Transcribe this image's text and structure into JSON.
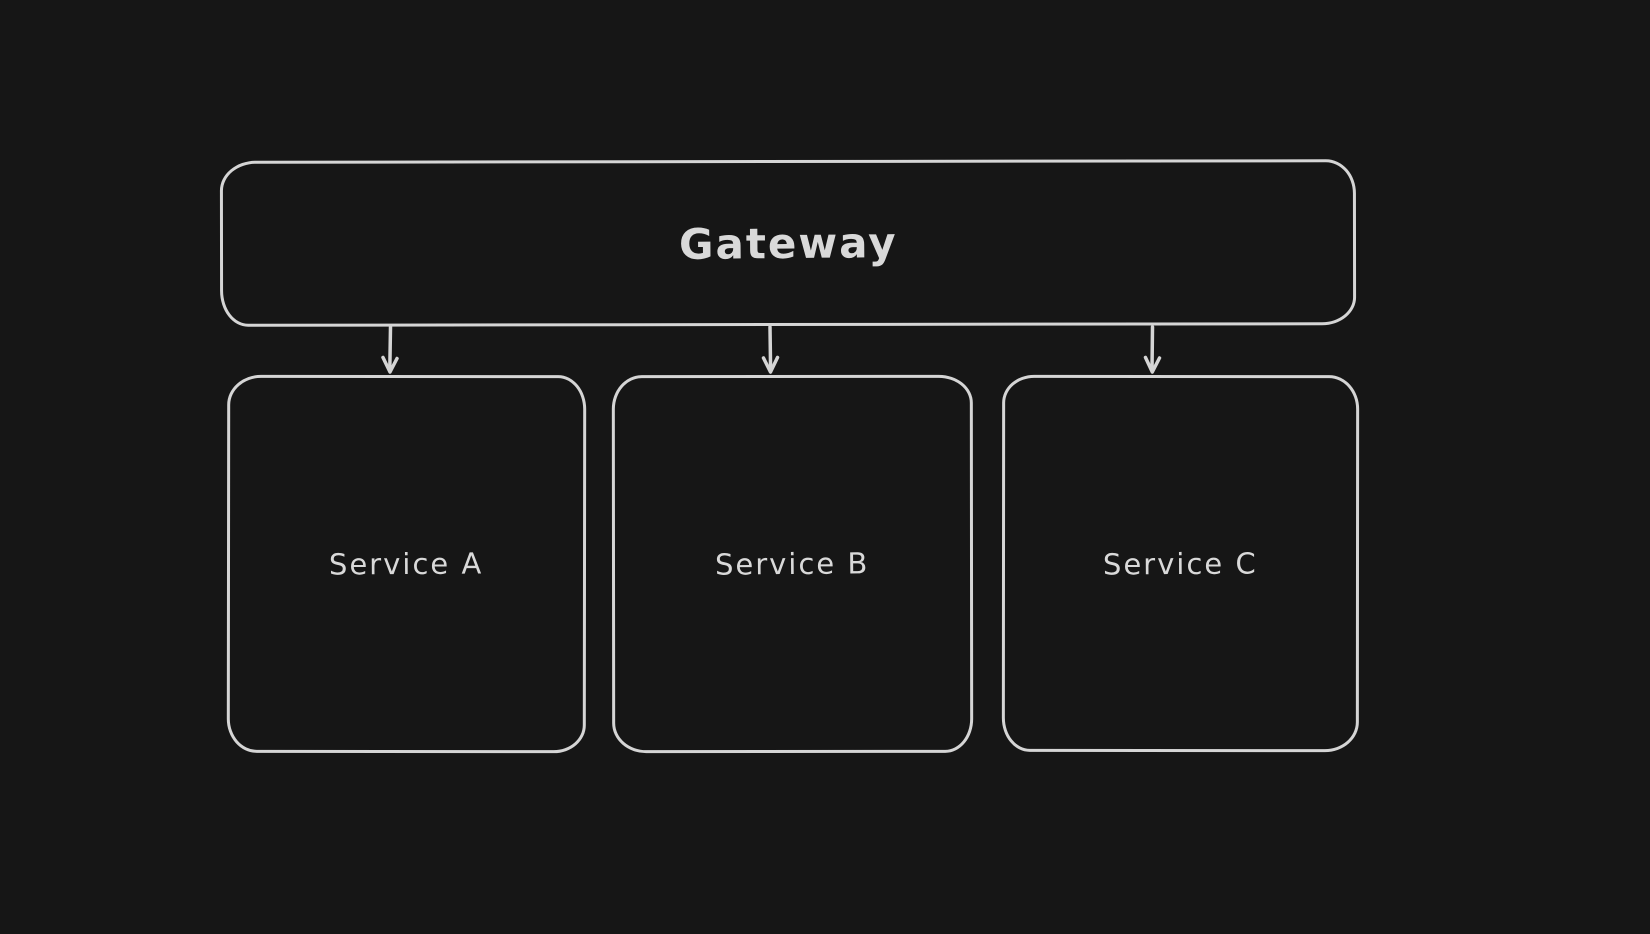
{
  "diagram": {
    "type": "flowchart",
    "style": "hand-drawn-whiteboard",
    "background_color": "#161616",
    "stroke_color": "#d5d5d5",
    "text_color": "#d9d9d9",
    "nodes": [
      {
        "id": "gateway",
        "label": "Gateway",
        "shape": "rounded-rectangle"
      },
      {
        "id": "service-a",
        "label": "Service A",
        "shape": "rounded-rectangle"
      },
      {
        "id": "service-b",
        "label": "Service B",
        "shape": "rounded-rectangle"
      },
      {
        "id": "service-c",
        "label": "Service C",
        "shape": "rounded-rectangle"
      }
    ],
    "edges": [
      {
        "from": "gateway",
        "to": "service-a",
        "arrow": "down"
      },
      {
        "from": "gateway",
        "to": "service-b",
        "arrow": "down"
      },
      {
        "from": "gateway",
        "to": "service-c",
        "arrow": "down"
      }
    ]
  }
}
